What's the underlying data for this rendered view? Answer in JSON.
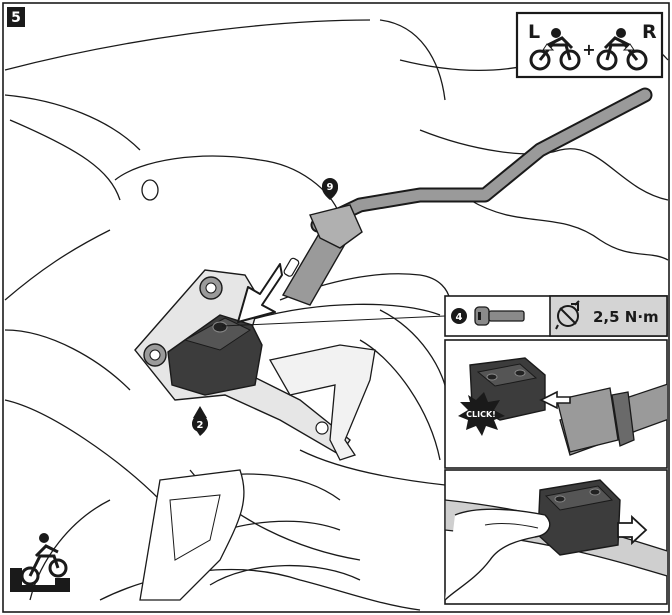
{
  "step": {
    "number": "5"
  },
  "rider_badge": {
    "left_label": "L",
    "plus": "+",
    "right_label": "R"
  },
  "callouts": {
    "rail": "9",
    "clamp": "2",
    "screw": "4"
  },
  "torque": {
    "value": "2,5 N·m"
  },
  "detail_top": {
    "sound": "CLICK!"
  },
  "colors": {
    "outline": "#1a1a1a",
    "part_dark": "#3c3c3c",
    "part_mid": "#8a8a8a",
    "panel_grey": "#d4d4d4",
    "paper": "#ffffff"
  }
}
